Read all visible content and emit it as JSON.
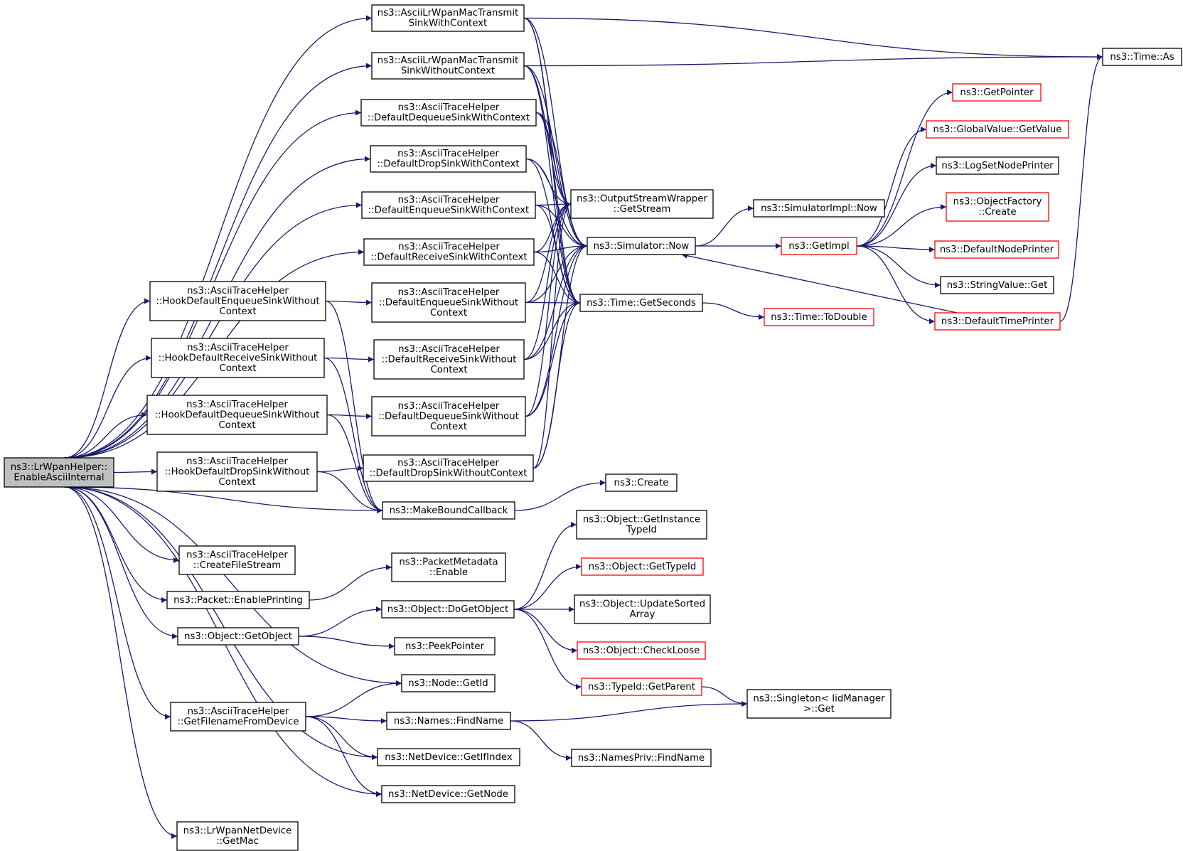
{
  "colors": {
    "edge": "#191970",
    "node_border": "#000000",
    "node_border_truncated": "#ff0000",
    "focus_fill": "#bfbfbf",
    "node_fill": "#ffffff"
  },
  "nodes": [
    {
      "id": "enableAscii",
      "lines": [
        "ns3::LrWpanHelper::",
        "EnableAsciiInternal"
      ],
      "style": "focus"
    },
    {
      "id": "macWithCtx",
      "lines": [
        "ns3::AsciiLrWpanMacTransmit",
        "SinkWithContext"
      ],
      "style": "normal"
    },
    {
      "id": "macWithoutCtx",
      "lines": [
        "ns3::AsciiLrWpanMacTransmit",
        "SinkWithoutContext"
      ],
      "style": "normal"
    },
    {
      "id": "deqWithCtx",
      "lines": [
        "ns3::AsciiTraceHelper",
        "::DefaultDequeueSinkWithContext"
      ],
      "style": "normal"
    },
    {
      "id": "dropWithCtx",
      "lines": [
        "ns3::AsciiTraceHelper",
        "::DefaultDropSinkWithContext"
      ],
      "style": "normal"
    },
    {
      "id": "enqWithCtx",
      "lines": [
        "ns3::AsciiTraceHelper",
        "::DefaultEnqueueSinkWithContext"
      ],
      "style": "normal"
    },
    {
      "id": "rcvWithCtx",
      "lines": [
        "ns3::AsciiTraceHelper",
        "::DefaultReceiveSinkWithContext"
      ],
      "style": "normal"
    },
    {
      "id": "hookEnq",
      "lines": [
        "ns3::AsciiTraceHelper",
        "::HookDefaultEnqueueSinkWithout",
        "Context"
      ],
      "style": "normal"
    },
    {
      "id": "hookRcv",
      "lines": [
        "ns3::AsciiTraceHelper",
        "::HookDefaultReceiveSinkWithout",
        "Context"
      ],
      "style": "normal"
    },
    {
      "id": "hookDeq",
      "lines": [
        "ns3::AsciiTraceHelper",
        "::HookDefaultDequeueSinkWithout",
        "Context"
      ],
      "style": "normal"
    },
    {
      "id": "hookDrop",
      "lines": [
        "ns3::AsciiTraceHelper",
        "::HookDefaultDropSinkWithout",
        "Context"
      ],
      "style": "normal"
    },
    {
      "id": "enqWithout",
      "lines": [
        "ns3::AsciiTraceHelper",
        "::DefaultEnqueueSinkWithout",
        "Context"
      ],
      "style": "normal"
    },
    {
      "id": "rcvWithout",
      "lines": [
        "ns3::AsciiTraceHelper",
        "::DefaultReceiveSinkWithout",
        "Context"
      ],
      "style": "normal"
    },
    {
      "id": "deqWithout",
      "lines": [
        "ns3::AsciiTraceHelper",
        "::DefaultDequeueSinkWithout",
        "Context"
      ],
      "style": "normal"
    },
    {
      "id": "dropWithout",
      "lines": [
        "ns3::AsciiTraceHelper",
        "::DefaultDropSinkWithoutContext"
      ],
      "style": "normal"
    },
    {
      "id": "makeBound",
      "lines": [
        "ns3::MakeBoundCallback"
      ],
      "style": "normal"
    },
    {
      "id": "createFile",
      "lines": [
        "ns3::AsciiTraceHelper",
        "::CreateFileStream"
      ],
      "style": "normal"
    },
    {
      "id": "enablePrinting",
      "lines": [
        "ns3::Packet::EnablePrinting"
      ],
      "style": "normal"
    },
    {
      "id": "getObject",
      "lines": [
        "ns3::Object::GetObject"
      ],
      "style": "normal"
    },
    {
      "id": "getFilename",
      "lines": [
        "ns3::AsciiTraceHelper",
        "::GetFilenameFromDevice"
      ],
      "style": "normal"
    },
    {
      "id": "getMac",
      "lines": [
        "ns3::LrWpanNetDevice",
        "::GetMac"
      ],
      "style": "normal"
    },
    {
      "id": "getStream",
      "lines": [
        "ns3::OutputStreamWrapper",
        "::GetStream"
      ],
      "style": "normal"
    },
    {
      "id": "simNow",
      "lines": [
        "ns3::Simulator::Now"
      ],
      "style": "normal"
    },
    {
      "id": "getSeconds",
      "lines": [
        "ns3::Time::GetSeconds"
      ],
      "style": "normal"
    },
    {
      "id": "create",
      "lines": [
        "ns3::Create"
      ],
      "style": "normal"
    },
    {
      "id": "pmEnable",
      "lines": [
        "ns3::PacketMetadata",
        "::Enable"
      ],
      "style": "normal"
    },
    {
      "id": "doGetObject",
      "lines": [
        "ns3::Object::DoGetObject"
      ],
      "style": "normal"
    },
    {
      "id": "peekPointer",
      "lines": [
        "ns3::PeekPointer"
      ],
      "style": "normal"
    },
    {
      "id": "nodeGetId",
      "lines": [
        "ns3::Node::GetId"
      ],
      "style": "normal"
    },
    {
      "id": "findName",
      "lines": [
        "ns3::Names::FindName"
      ],
      "style": "normal"
    },
    {
      "id": "getIfIndex",
      "lines": [
        "ns3::NetDevice::GetIfIndex"
      ],
      "style": "normal"
    },
    {
      "id": "getNode",
      "lines": [
        "ns3::NetDevice::GetNode"
      ],
      "style": "normal"
    },
    {
      "id": "implNow",
      "lines": [
        "ns3::SimulatorImpl::Now"
      ],
      "style": "normal"
    },
    {
      "id": "getImpl",
      "lines": [
        "ns3::GetImpl"
      ],
      "style": "truncated"
    },
    {
      "id": "toDouble",
      "lines": [
        "ns3::Time::ToDouble"
      ],
      "style": "truncated"
    },
    {
      "id": "getInstanceTypeId",
      "lines": [
        "ns3::Object::GetInstance",
        "TypeId"
      ],
      "style": "normal"
    },
    {
      "id": "getTypeId",
      "lines": [
        "ns3::Object::GetTypeId"
      ],
      "style": "truncated"
    },
    {
      "id": "updateSorted",
      "lines": [
        "ns3::Object::UpdateSorted",
        "Array"
      ],
      "style": "normal"
    },
    {
      "id": "checkLoose",
      "lines": [
        "ns3::Object::CheckLoose"
      ],
      "style": "truncated"
    },
    {
      "id": "getParent",
      "lines": [
        "ns3::TypeId::GetParent"
      ],
      "style": "truncated"
    },
    {
      "id": "singletonGet",
      "lines": [
        "ns3::Singleton< IidManager",
        " >::Get"
      ],
      "style": "normal"
    },
    {
      "id": "namesPrivFind",
      "lines": [
        "ns3::NamesPriv::FindName"
      ],
      "style": "normal"
    },
    {
      "id": "timeAs",
      "lines": [
        "ns3::Time::As"
      ],
      "style": "normal"
    },
    {
      "id": "getPointer",
      "lines": [
        "ns3::GetPointer"
      ],
      "style": "truncated"
    },
    {
      "id": "globalGetValue",
      "lines": [
        "ns3::GlobalValue::GetValue"
      ],
      "style": "truncated"
    },
    {
      "id": "logSetNode",
      "lines": [
        "ns3::LogSetNodePrinter"
      ],
      "style": "normal"
    },
    {
      "id": "objFactoryCreate",
      "lines": [
        "ns3::ObjectFactory",
        "::Create"
      ],
      "style": "truncated"
    },
    {
      "id": "defNodePrinter",
      "lines": [
        "ns3::DefaultNodePrinter"
      ],
      "style": "truncated"
    },
    {
      "id": "strValueGet",
      "lines": [
        "ns3::StringValue::Get"
      ],
      "style": "normal"
    },
    {
      "id": "defTimePrinter",
      "lines": [
        "ns3::DefaultTimePrinter"
      ],
      "style": "truncated"
    }
  ]
}
